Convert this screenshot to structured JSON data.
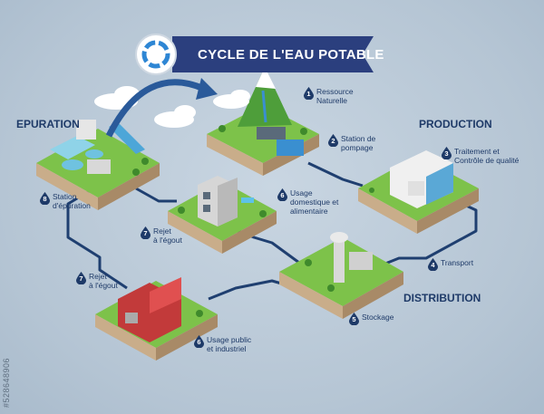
{
  "title": "CYCLE DE L'EAU POTABLE",
  "sections": {
    "epuration": "EPURATION",
    "production": "PRODUCTION",
    "distribution": "DISTRIBUTION"
  },
  "steps": [
    {
      "num": "1",
      "label": "Ressource\nNaturelle"
    },
    {
      "num": "2",
      "label": "Station de\npompage"
    },
    {
      "num": "3",
      "label": "Traitement et\nContrôle de qualité"
    },
    {
      "num": "4",
      "label": "Transport"
    },
    {
      "num": "5",
      "label": "Stockage"
    },
    {
      "num": "6",
      "label": "Usage\ndomestique et alimentaire"
    },
    {
      "num": "6",
      "label": "Usage public\net industriel"
    },
    {
      "num": "7",
      "label": "Rejet\nà l'égout"
    },
    {
      "num": "7",
      "label": "Rejet\nà l'égout"
    },
    {
      "num": "8",
      "label": "Station\nd'épuration"
    }
  ],
  "watermark": "#528648906",
  "colors": {
    "navy": "#1e3a68",
    "grass": "#7dc24a",
    "soil": "#b99a78",
    "pipe": "#1f3f70",
    "water": "#3a8fd0"
  },
  "icons": [
    "cycle-icon",
    "water-drop-icon",
    "mountain-icon",
    "factory-icon",
    "house-icon",
    "water-tower-icon",
    "treatment-plant-icon"
  ]
}
